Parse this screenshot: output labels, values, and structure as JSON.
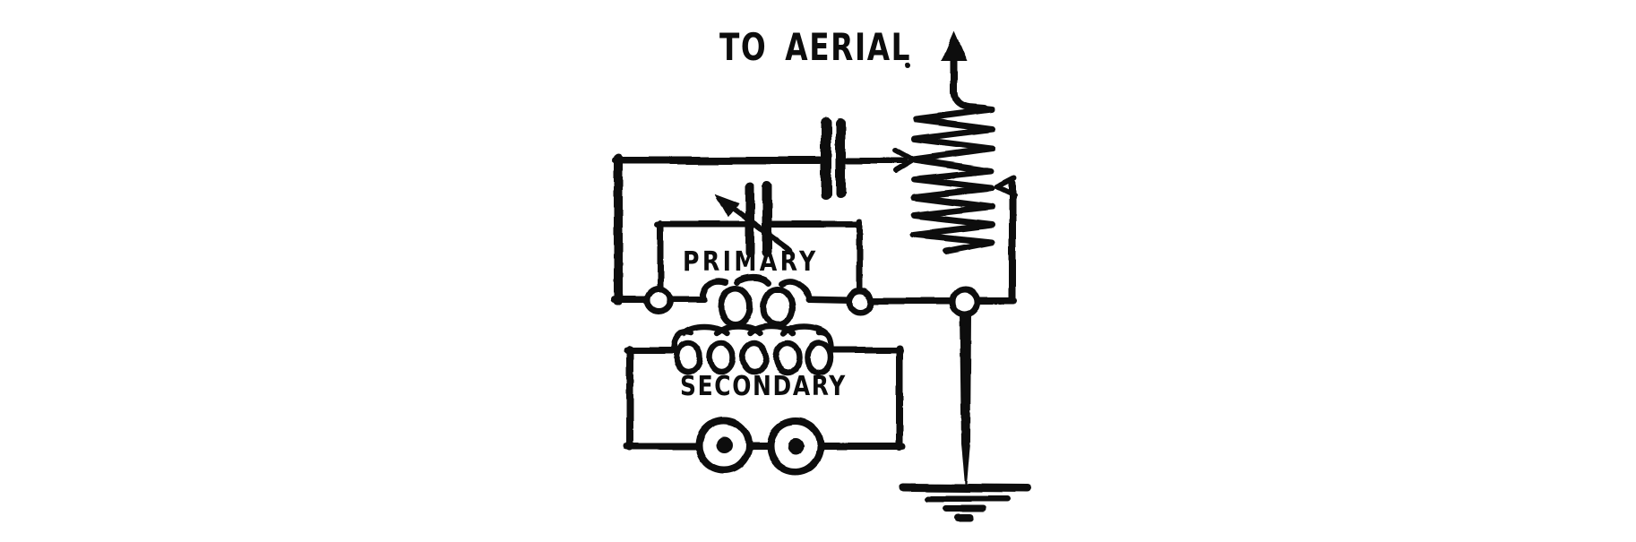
{
  "figure": {
    "type": "vintage wireless receiving circuit diagram",
    "paper_color": "#ffffff",
    "ink_color": "#0d0d0d",
    "labels": {
      "aerial": "TO AERIAL",
      "primary": "PRIMARY",
      "secondary": "SECONDARY"
    },
    "components": [
      "aerial-lead-up-arrow",
      "aerial-tuning-coil-zigzag",
      "feed-tap-arrow-into-coil",
      "slider-tap-arrow-from-coil",
      "series-fixed-capacitor",
      "shunt-variable-capacitor",
      "primary-coil-two-turns",
      "primary-terminal-posts",
      "junction-terminal-post",
      "secondary-coil-five-turns",
      "secondary-binding-posts",
      "earth-ground-symbol"
    ]
  }
}
